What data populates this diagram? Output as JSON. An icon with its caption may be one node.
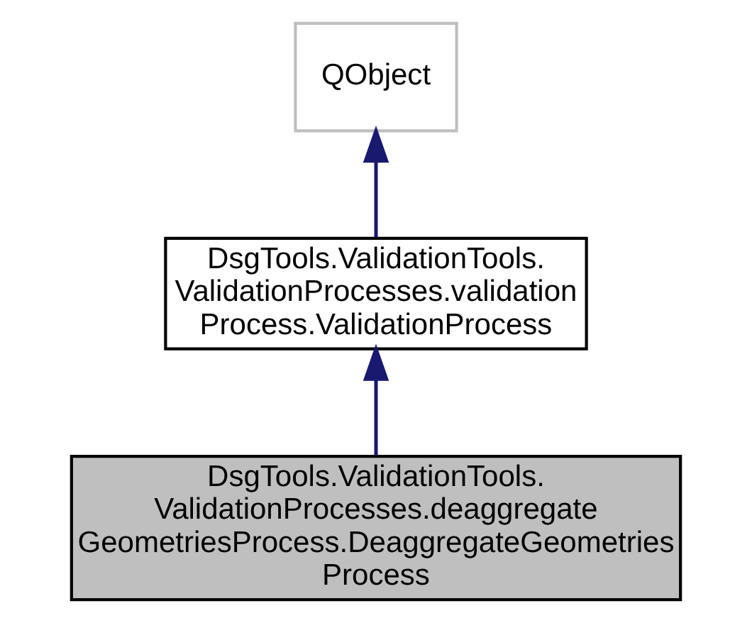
{
  "diagram": {
    "nodes": [
      {
        "text": [
          "QObject"
        ]
      },
      {
        "text": [
          "DsgTools.ValidationTools. ValidationProcesses.validation Process.ValidationProcess"
        ]
      },
      {
        "text": [
          "DsgTools.ValidationTools. ValidationProcesses.deaggregate GeometriesProcess.DeaggregateGeometries Process"
        ]
      }
    ],
    "edges": [
      {
        "from": 1,
        "to": 0,
        "arrow": "to"
      },
      {
        "from": 2,
        "to": 1,
        "arrow": "to"
      }
    ]
  }
}
